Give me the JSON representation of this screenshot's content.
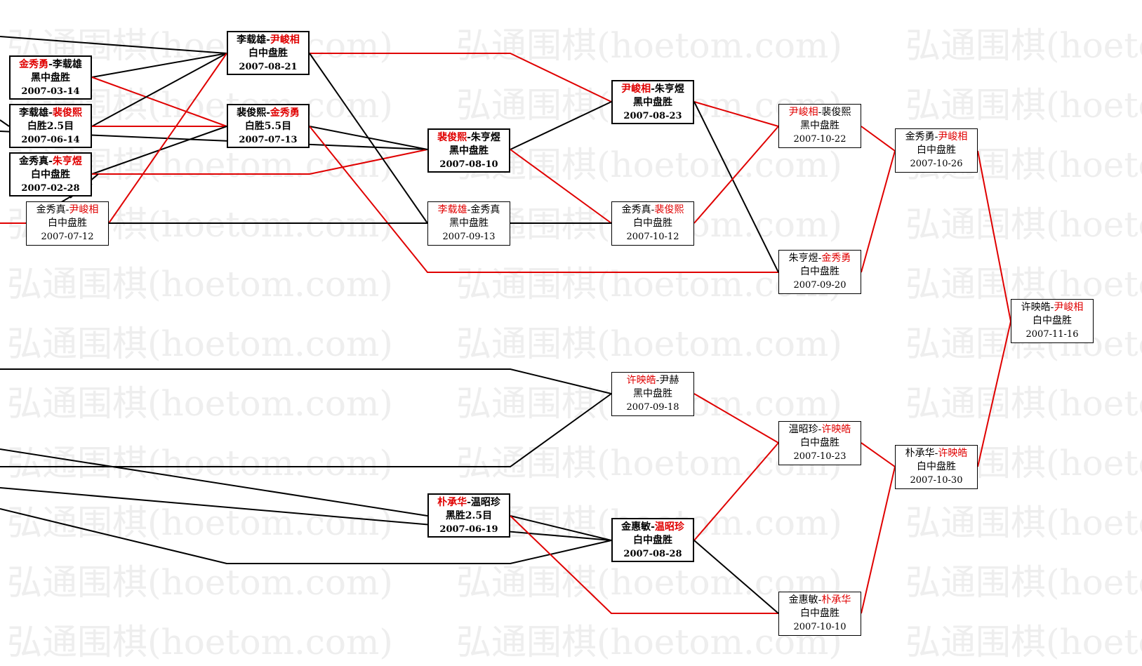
{
  "watermark_text": "弘通围棋(hoetom.com)",
  "colors": {
    "winner": "#e00000",
    "line_win": "#e00000",
    "line_lose": "#000000"
  },
  "matches": [
    {
      "id": "m1",
      "black": "金秀勇",
      "white": "李载雄",
      "winner": "black",
      "result": "黑中盘胜",
      "date": "2007-03-14"
    },
    {
      "id": "m2",
      "black": "李载雄",
      "white": "裴俊熙",
      "winner": "white",
      "result": "白胜2.5目",
      "date": "2007-06-14"
    },
    {
      "id": "m3",
      "black": "金秀真",
      "white": "朱亨煜",
      "winner": "white",
      "result": "白中盘胜",
      "date": "2007-02-28"
    },
    {
      "id": "m4",
      "black": "金秀真",
      "white": "尹峻相",
      "winner": "white",
      "result": "白中盘胜",
      "date": "2007-07-12"
    },
    {
      "id": "m5",
      "black": "李载雄",
      "white": "尹峻相",
      "winner": "white",
      "result": "白中盘胜",
      "date": "2007-08-21"
    },
    {
      "id": "m6",
      "black": "裴俊熙",
      "white": "金秀勇",
      "winner": "white",
      "result": "白胜5.5目",
      "date": "2007-07-13"
    },
    {
      "id": "m7",
      "black": "裴俊熙",
      "white": "朱亨煜",
      "winner": "black",
      "result": "黑中盘胜",
      "date": "2007-08-10"
    },
    {
      "id": "m8",
      "black": "李载雄",
      "white": "金秀真",
      "winner": "black",
      "result": "黑中盘胜",
      "date": "2007-09-13"
    },
    {
      "id": "m9",
      "black": "尹峻相",
      "white": "朱亨煜",
      "winner": "black",
      "result": "黑中盘胜",
      "date": "2007-08-23"
    },
    {
      "id": "m10",
      "black": "金秀真",
      "white": "裴俊熙",
      "winner": "white",
      "result": "白中盘胜",
      "date": "2007-10-12"
    },
    {
      "id": "m11",
      "black": "尹峻相",
      "white": "裴俊熙",
      "winner": "black",
      "result": "黑中盘胜",
      "date": "2007-10-22"
    },
    {
      "id": "m12",
      "black": "朱亨煜",
      "white": "金秀勇",
      "winner": "white",
      "result": "白中盘胜",
      "date": "2007-09-20"
    },
    {
      "id": "m13",
      "black": "金秀勇",
      "white": "尹峻相",
      "winner": "white",
      "result": "白中盘胜",
      "date": "2007-10-26"
    },
    {
      "id": "m14",
      "black": "许映皓",
      "white": "尹峻相",
      "winner": "white",
      "result": "白中盘胜",
      "date": "2007-11-16"
    },
    {
      "id": "m15",
      "black": "许映皓",
      "white": "尹赫",
      "winner": "black",
      "result": "黑中盘胜",
      "date": "2007-09-18"
    },
    {
      "id": "m16",
      "black": "温昭珍",
      "white": "许映皓",
      "winner": "white",
      "result": "白中盘胜",
      "date": "2007-10-23"
    },
    {
      "id": "m17",
      "black": "朴承华",
      "white": "许映皓",
      "winner": "white",
      "result": "白中盘胜",
      "date": "2007-10-30"
    },
    {
      "id": "m18",
      "black": "朴承华",
      "white": "温昭珍",
      "winner": "black",
      "result": "黑胜2.5目",
      "date": "2007-06-19"
    },
    {
      "id": "m19",
      "black": "金惠敏",
      "white": "温昭珍",
      "winner": "white",
      "result": "白中盘胜",
      "date": "2007-08-28"
    },
    {
      "id": "m20",
      "black": "金惠敏",
      "white": "朴承华",
      "winner": "white",
      "result": "白中盘胜",
      "date": "2007-10-10"
    }
  ]
}
